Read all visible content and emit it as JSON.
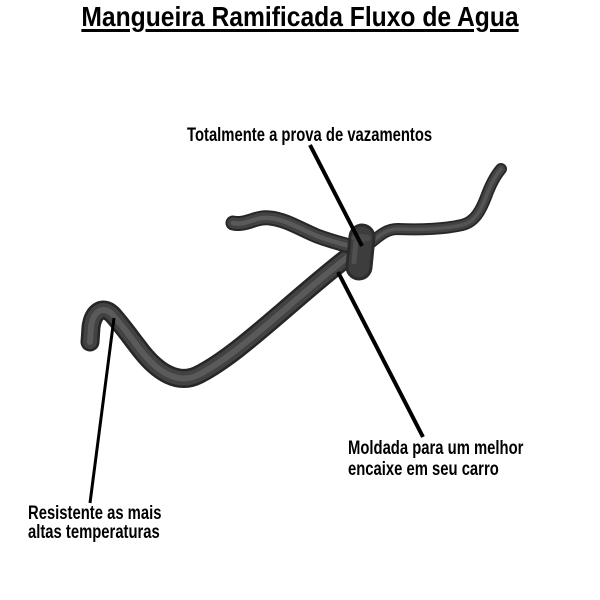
{
  "title": "Mangueira Ramificada Fluxo de Agua",
  "callouts": {
    "leakproof": {
      "text": "Totalmente a prova de vazamentos"
    },
    "molded": {
      "line1": "Moldada para um melhor",
      "line2": "encaixe em seu carro"
    },
    "heat_resistant": {
      "line1": "Resistente as mais",
      "line2": "altas temperaturas"
    }
  },
  "product": {
    "image_subject": "branched rubber water-flow hose with T-junction"
  },
  "colors": {
    "background": "#ffffff",
    "text": "#000000",
    "callout_line": "#000000",
    "hose_edge": "#262626",
    "hose_body": "#424242",
    "hose_highlight": "#5a5a5a",
    "junction_dark": "#2b2b2b",
    "junction_body": "#3d3d3d"
  }
}
